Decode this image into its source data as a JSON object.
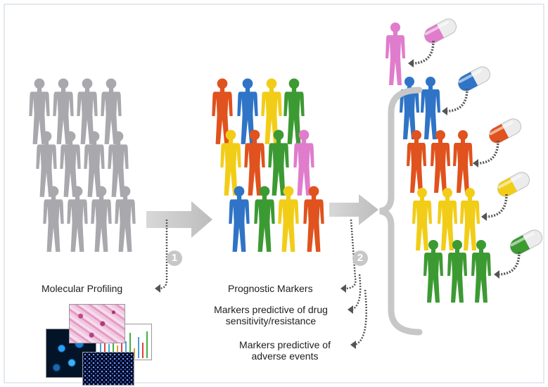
{
  "labels": {
    "molecular_profiling": "Molecular Profiling",
    "prognostic_markers": "Prognostic Markers",
    "drug_markers": [
      "Markers predictive of drug",
      "sensitivity/resistance"
    ],
    "adverse_markers": [
      "Markers predictive of",
      "adverse events"
    ]
  },
  "steps": [
    "1",
    "2"
  ],
  "colors": {
    "gray": "#a8a8ad",
    "orange": "#e0521e",
    "blue": "#2f74c6",
    "yellow": "#f2cd18",
    "green": "#3c9a33",
    "pink": "#e07ccc",
    "arrow": "#c4c4c4",
    "dots": "#555555"
  },
  "icons": [
    "person-figure-icon",
    "pill-capsule-icon",
    "arrow-right-icon",
    "brace-icon",
    "dotted-arrow-icon"
  ]
}
